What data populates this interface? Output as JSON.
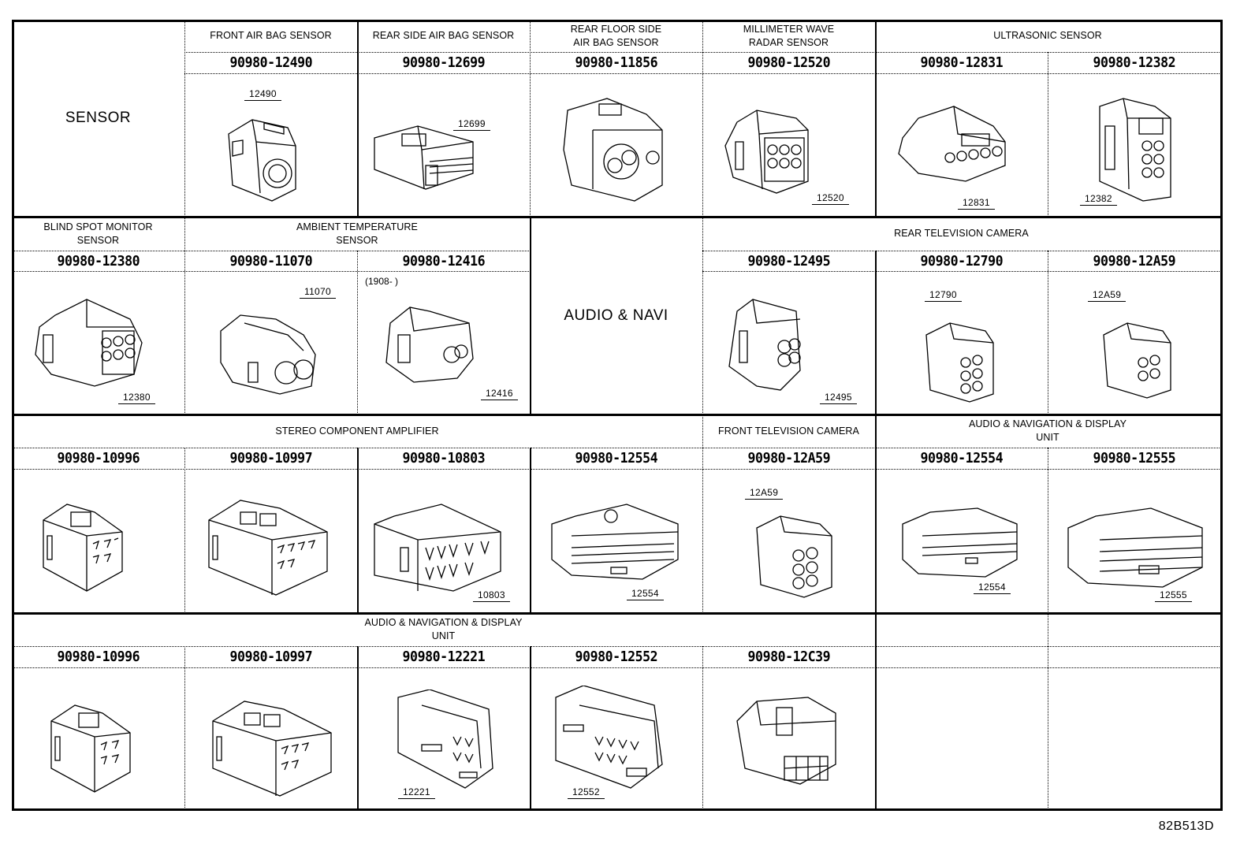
{
  "figure_id": "82B513D",
  "groups": {
    "sensor": "SENSOR",
    "audio_navi": "AUDIO & NAVI"
  },
  "row1": {
    "headers": [
      {
        "label": "FRONT AIR BAG SENSOR"
      },
      {
        "label": "REAR SIDE AIR BAG SENSOR"
      },
      {
        "label": "REAR FLOOR SIDE\nAIR BAG SENSOR"
      },
      {
        "label": "MILLIMETER WAVE\nRADAR SENSOR"
      },
      {
        "label": "ULTRASONIC SENSOR"
      }
    ],
    "parts": [
      {
        "number": "90980-12490",
        "callout": "12490"
      },
      {
        "number": "90980-12699",
        "callout": "12699"
      },
      {
        "number": "90980-11856",
        "callout": ""
      },
      {
        "number": "90980-12520",
        "callout": "12520"
      },
      {
        "number": "90980-12831",
        "callout": "12831"
      },
      {
        "number": "90980-12382",
        "callout": "12382"
      }
    ]
  },
  "row2": {
    "headers": [
      {
        "label": "BLIND SPOT MONITOR\nSENSOR"
      },
      {
        "label": "AMBIENT TEMPERATURE\nSENSOR"
      },
      {
        "label": "REAR TELEVISION CAMERA"
      }
    ],
    "parts": [
      {
        "number": "90980-12380",
        "callout": "12380"
      },
      {
        "number": "90980-11070",
        "callout": "11070"
      },
      {
        "number": "90980-12416",
        "callout": "12416",
        "note": "(1908-        )"
      },
      {
        "number": "90980-12495",
        "callout": "12495"
      },
      {
        "number": "90980-12790",
        "callout": "12790"
      },
      {
        "number": "90980-12A59",
        "callout": "12A59"
      }
    ]
  },
  "row3": {
    "headers": [
      {
        "label": "STEREO COMPONENT AMPLIFIER"
      },
      {
        "label": "FRONT TELEVISION CAMERA"
      },
      {
        "label": "AUDIO & NAVIGATION & DISPLAY\nUNIT"
      }
    ],
    "parts": [
      {
        "number": "90980-10996",
        "callout": ""
      },
      {
        "number": "90980-10997",
        "callout": ""
      },
      {
        "number": "90980-10803",
        "callout": "10803"
      },
      {
        "number": "90980-12554",
        "callout": "12554"
      },
      {
        "number": "90980-12A59",
        "callout": "12A59"
      },
      {
        "number": "90980-12554",
        "callout": "12554"
      },
      {
        "number": "90980-12555",
        "callout": "12555"
      }
    ]
  },
  "row4": {
    "headers": [
      {
        "label": "AUDIO & NAVIGATION & DISPLAY\nUNIT"
      }
    ],
    "parts": [
      {
        "number": "90980-10996",
        "callout": ""
      },
      {
        "number": "90980-10997",
        "callout": ""
      },
      {
        "number": "90980-12221",
        "callout": "12221"
      },
      {
        "number": "90980-12552",
        "callout": "12552"
      },
      {
        "number": "90980-12C39",
        "callout": ""
      }
    ]
  }
}
